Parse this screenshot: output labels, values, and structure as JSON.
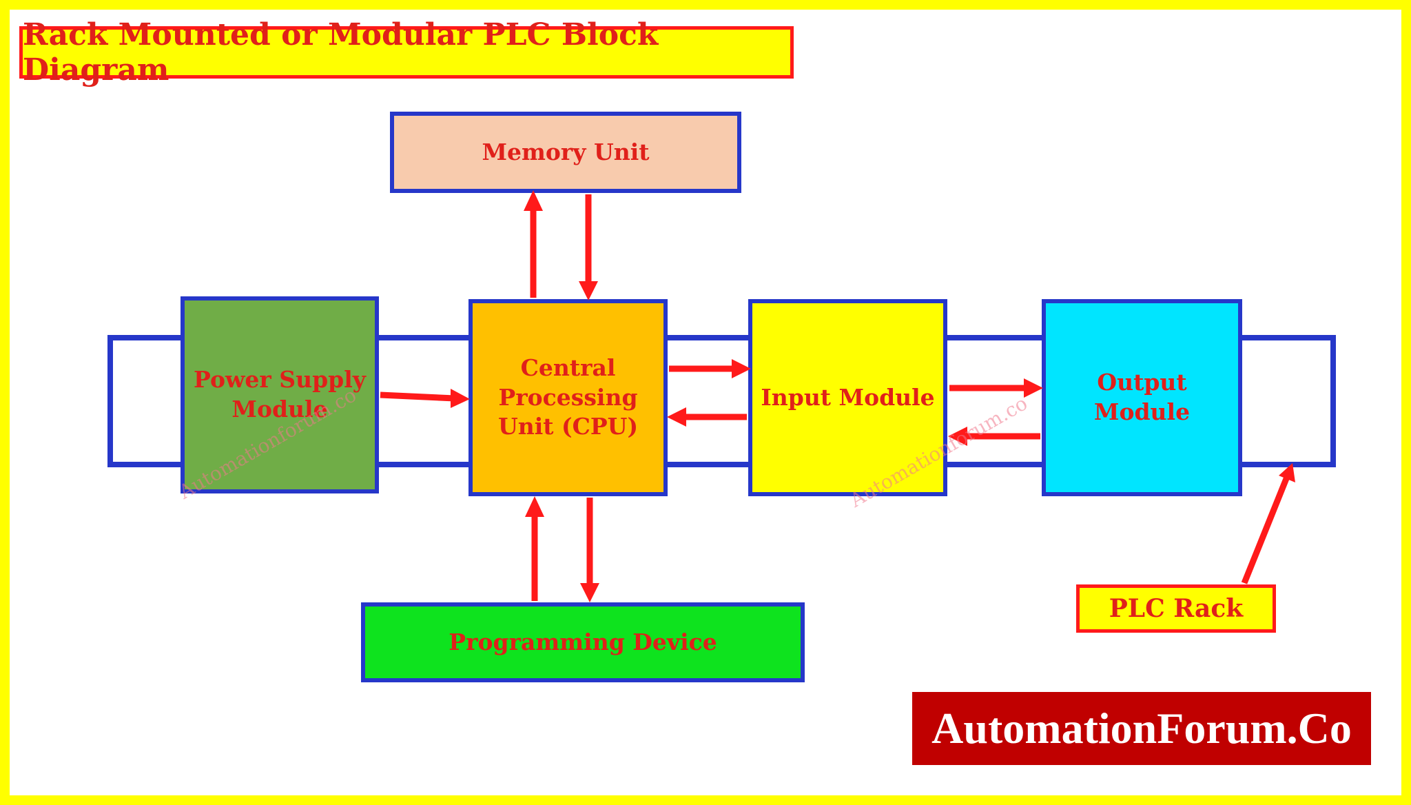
{
  "title": "Rack Mounted or Modular PLC Block Diagram",
  "blocks": {
    "memory": "Memory Unit",
    "power_line1": "Power Supply",
    "power_line2": "Module",
    "cpu_line1": "Central",
    "cpu_line2": "Processing",
    "cpu_line3": "Unit (CPU)",
    "input": "Input Module",
    "output_line1": "Output",
    "output_line2": "Module",
    "programming": "Programming Device"
  },
  "rack_label": "PLC Rack",
  "logo": "AutomationForum.Co",
  "watermark": "Automationforum.co",
  "colors": {
    "frame": "#ffff00",
    "text": "#e0201a",
    "border": "#2637c9",
    "arrow": "#ff1a1a",
    "memory": "#f8cbad",
    "power": "#70ad47",
    "cpu": "#ffc000",
    "input": "#ffff00",
    "output": "#00e5ff",
    "programming": "#0ee31e",
    "logo_bg": "#c00000"
  }
}
